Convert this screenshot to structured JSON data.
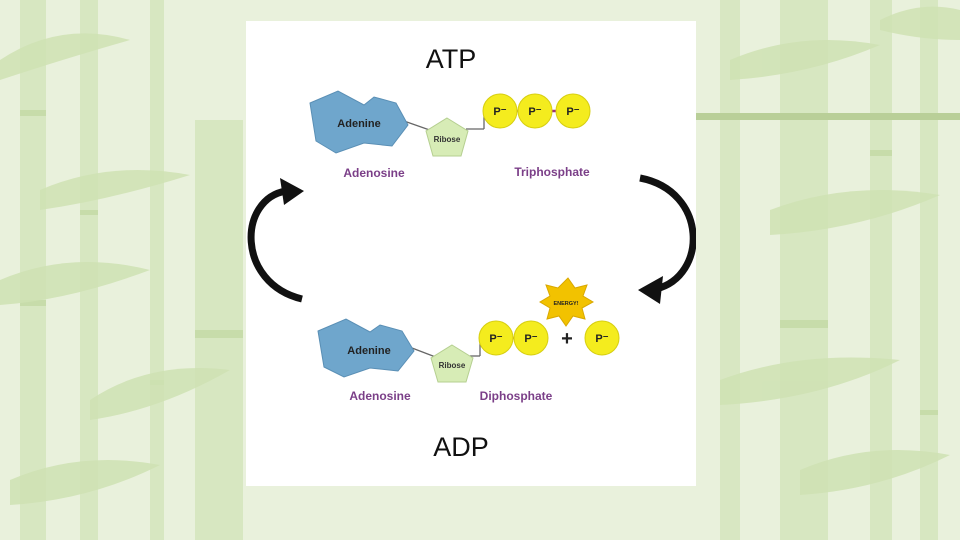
{
  "atp": {
    "title": "ATP",
    "adenine": "Adenine",
    "ribose": "Ribose",
    "phosphates": [
      "P⁻",
      "P⁻",
      "P⁻"
    ],
    "left_caption": "Adenosine",
    "right_caption": "Triphosphate"
  },
  "adp": {
    "title": "ADP",
    "adenine": "Adenine",
    "ribose": "Ribose",
    "phosphates": [
      "P⁻",
      "P⁻"
    ],
    "plus": "+",
    "free_phosphate": "P⁻",
    "energy": "ENERGY!",
    "left_caption": "Adenosine",
    "right_caption": "Diphosphate"
  },
  "colors": {
    "background": "#e9f1dc",
    "adenine": "#6fa6cc",
    "ribose": "#d7ecb6",
    "phosphate": "#f4ec1e",
    "caption": "#7b3f88",
    "energy_star": "#f2c200",
    "arrow": "#111111"
  },
  "icons": [
    "cycle-arrow-up-icon",
    "cycle-arrow-down-icon",
    "energy-star-icon"
  ]
}
